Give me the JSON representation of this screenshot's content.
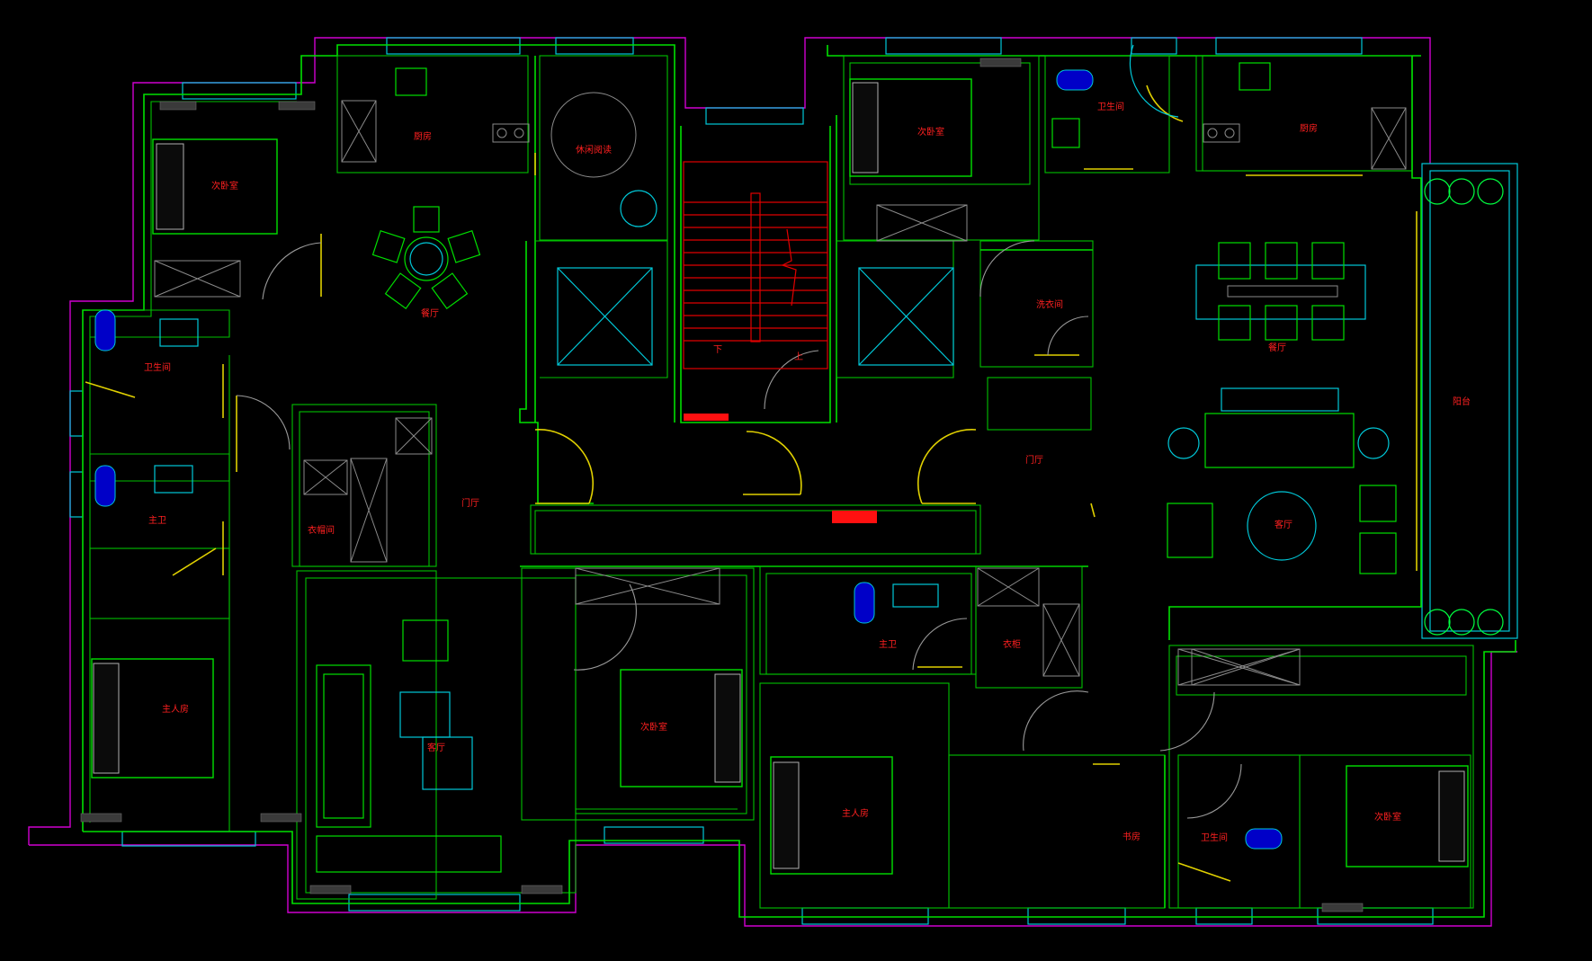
{
  "plan": {
    "rooms": [
      {
        "id": "secondary-bedroom-nw",
        "text": "次卧室"
      },
      {
        "id": "kitchen-west",
        "text": "厨房"
      },
      {
        "id": "leisure-reading",
        "text": "休闲阅读"
      },
      {
        "id": "dining-west",
        "text": "餐厅"
      },
      {
        "id": "bathroom-west",
        "text": "卫生间"
      },
      {
        "id": "master-bath-west",
        "text": "主卫"
      },
      {
        "id": "cloakroom-west",
        "text": "衣帽间"
      },
      {
        "id": "foyer-west",
        "text": "门厅"
      },
      {
        "id": "master-bedroom-sw",
        "text": "主人房"
      },
      {
        "id": "living-west",
        "text": "客厅"
      },
      {
        "id": "secondary-bedroom-center",
        "text": "次卧室"
      },
      {
        "id": "secondary-bedroom-ne",
        "text": "次卧室"
      },
      {
        "id": "bathroom-east",
        "text": "卫生间"
      },
      {
        "id": "kitchen-east",
        "text": "厨房"
      },
      {
        "id": "laundry",
        "text": "洗衣间"
      },
      {
        "id": "foyer-east",
        "text": "门厅"
      },
      {
        "id": "dining-east",
        "text": "餐厅"
      },
      {
        "id": "balcony",
        "text": "阳台"
      },
      {
        "id": "living-east",
        "text": "客厅"
      },
      {
        "id": "master-bath-east",
        "text": "主卫"
      },
      {
        "id": "wardrobe-east",
        "text": "衣柜"
      },
      {
        "id": "master-bedroom-se",
        "text": "主人房"
      },
      {
        "id": "study",
        "text": "书房"
      },
      {
        "id": "bathroom-se",
        "text": "卫生间"
      },
      {
        "id": "secondary-bedroom-se",
        "text": "次卧室"
      }
    ],
    "stair_labels": {
      "down": "下",
      "up": "上"
    },
    "colors": {
      "background": "#000000",
      "walls": "#00e000",
      "outer_boundary": "#d000d0",
      "windows": "#00c8d8",
      "doors": "#e0d000",
      "stairs": "#e00000",
      "labels": "#ff2020"
    },
    "icons": [
      "bed-icon",
      "sofa-icon",
      "toilet-icon",
      "sink-icon",
      "stove-icon",
      "plant-icon",
      "elevator-icon",
      "round-table-icon",
      "dining-table-icon"
    ]
  }
}
